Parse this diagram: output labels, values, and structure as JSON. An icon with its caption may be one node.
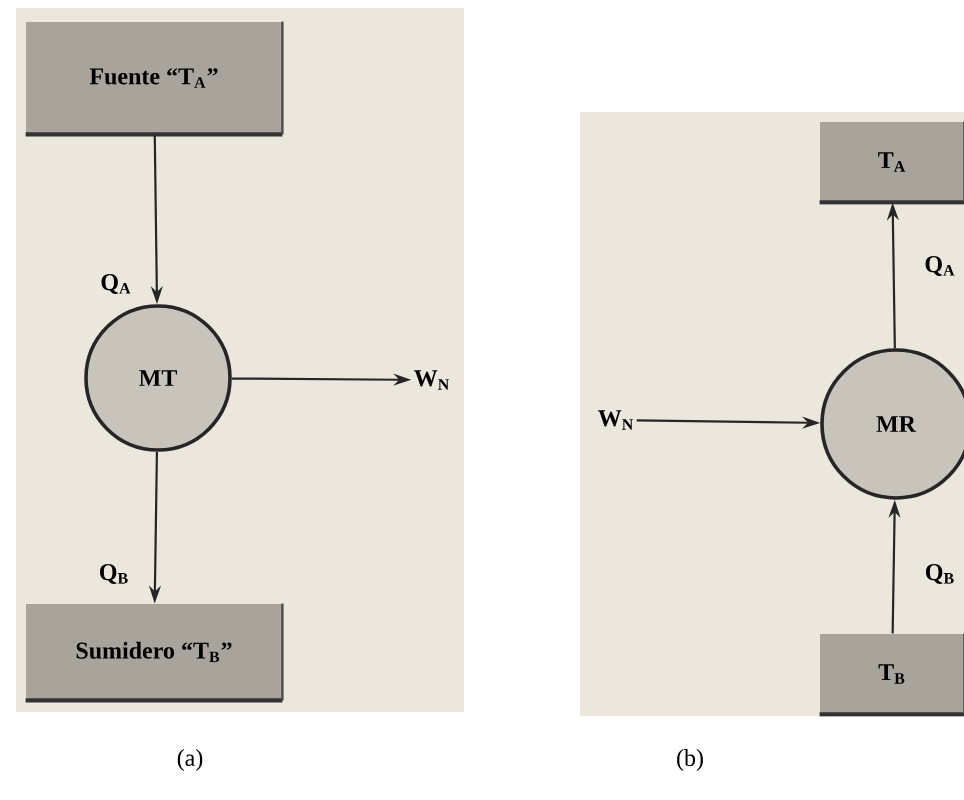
{
  "diagram": {
    "nodes": [
      {
        "text": [
          "Fuente “T$_{A}$”"
        ]
      },
      {
        "text": [
          "MT"
        ]
      },
      {
        "text": [
          "W$_{N}$"
        ]
      },
      {
        "text": [
          "Sumidero “T$_{B}$”"
        ]
      },
      {
        "text": [
          "T$_{A}$"
        ]
      },
      {
        "text": [
          "W$_{N}$"
        ]
      },
      {
        "text": [
          "MR"
        ]
      },
      {
        "text": [
          "T$_{B}$"
        ]
      }
    ],
    "edges": [
      {
        "from": 0,
        "to": 1,
        "arrow": "to",
        "label": "Q$_{A}$"
      },
      {
        "from": 1,
        "to": 2,
        "arrow": "to"
      },
      {
        "from": 1,
        "to": 3,
        "arrow": "to",
        "label": "Q$_{B}$"
      },
      {
        "from": 6,
        "to": 4,
        "arrow": "to",
        "label": "Q$_{A}$"
      },
      {
        "from": 5,
        "to": 6,
        "arrow": "to"
      },
      {
        "from": 7,
        "to": 6,
        "arrow": "to",
        "label": "Q$_{B}$"
      }
    ],
    "labels": [
      "(a)",
      "(b)"
    ]
  }
}
